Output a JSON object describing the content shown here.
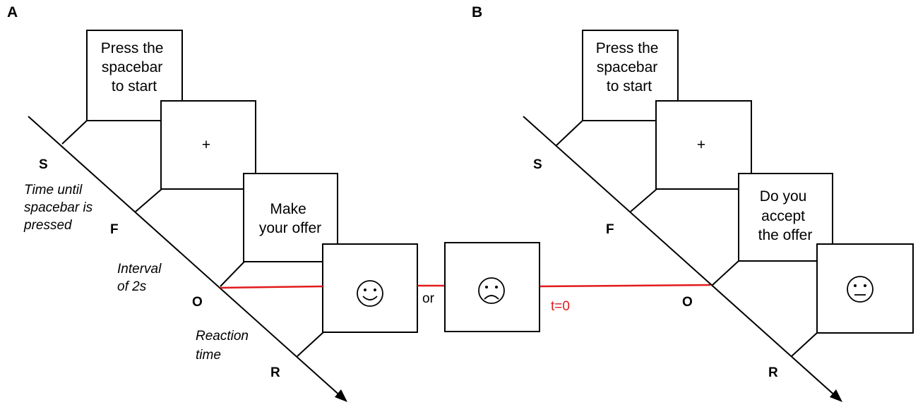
{
  "panel_a": {
    "letter": "A",
    "screens": {
      "start": [
        "Press the",
        "spacebar",
        "to start"
      ],
      "fixation": "+",
      "offer": [
        "Make",
        "your offer"
      ]
    },
    "events": {
      "s": "S",
      "f": "F",
      "o": "O",
      "r": "R"
    },
    "notes": {
      "spacebar": [
        "Time until",
        "spacebar is",
        "pressed"
      ],
      "interval": [
        "Interval",
        "of 2s"
      ],
      "reaction": [
        "Reaction",
        "time"
      ]
    }
  },
  "middle": {
    "or_label": "or",
    "t0_label": "t=0",
    "faces": {
      "happy": "smiley-face",
      "sad": "frowning-face"
    }
  },
  "panel_b": {
    "letter": "B",
    "screens": {
      "start": [
        "Press the",
        "spacebar",
        "to start"
      ],
      "fixation": "+",
      "offer": [
        "Do you",
        "accept",
        "the offer"
      ]
    },
    "events": {
      "s": "S",
      "f": "F",
      "o": "O",
      "r": "R"
    },
    "faces": {
      "neutral": "neutral-face"
    }
  },
  "colors": {
    "timeline": "#000000",
    "link": "#e21b1b"
  }
}
